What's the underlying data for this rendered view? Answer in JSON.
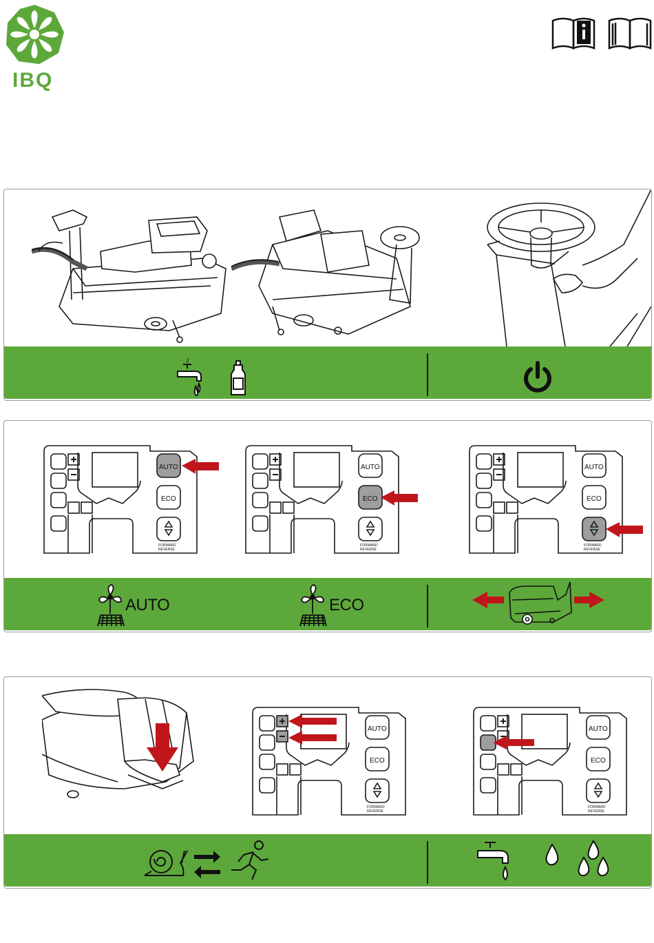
{
  "brand": {
    "name": "IBQ",
    "color": "#5da83b"
  },
  "header_icons": [
    "manual-info-icon",
    "manual-book-icon"
  ],
  "colors": {
    "green_bar": "#5da83b",
    "arrow_red": "#c0161b",
    "line": "#1a1a1a"
  },
  "panel1": {
    "illustrations": [
      "machine-fill-water-side-illustration",
      "machine-fill-water-rear-illustration",
      "steering-key-illustration"
    ],
    "bar_icons": [
      "water-tap-icon",
      "detergent-bottle-icon",
      "power-icon"
    ],
    "tap_number": "2"
  },
  "panel2": {
    "control_panels": [
      {
        "highlight": "auto",
        "auto": "AUTO",
        "eco": "ECO",
        "fwd": "FORWARD",
        "rev": "REVERSE"
      },
      {
        "highlight": "eco",
        "auto": "AUTO",
        "eco": "ECO",
        "fwd": "FORWARD",
        "rev": "REVERSE"
      },
      {
        "highlight": "dir",
        "auto": "AUTO",
        "eco": "ECO",
        "fwd": "FORWARD",
        "rev": "REVERSE"
      }
    ],
    "bar": {
      "auto_label": "AUTO",
      "eco_label": "ECO"
    },
    "bar_icons": [
      "fan-brush-icon",
      "fan-brush-icon",
      "machine-direction-icon"
    ]
  },
  "panel3": {
    "illustrations": [
      "accelerator-pedal-illustration"
    ],
    "control_panels": [
      {
        "highlight": "plusminus",
        "auto": "AUTO",
        "eco": "ECO",
        "fwd": "FORWARD",
        "rev": "REVERSE"
      },
      {
        "highlight": "water",
        "auto": "AUTO",
        "eco": "ECO",
        "fwd": "FORWARD",
        "rev": "REVERSE"
      }
    ],
    "bar_icons": [
      "snail-icon",
      "swap-arrows-icon",
      "runner-icon",
      "water-tap-icon",
      "single-drop-icon",
      "triple-drop-icon"
    ]
  }
}
